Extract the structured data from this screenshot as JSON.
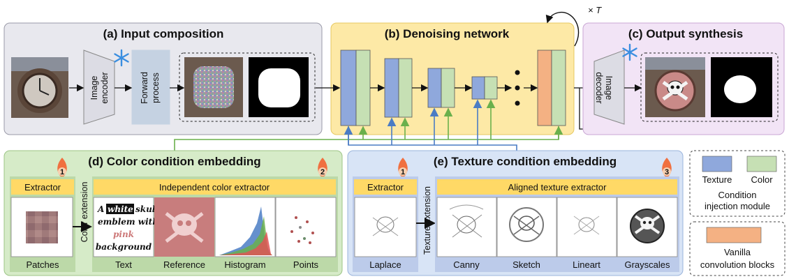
{
  "sections": {
    "input": "(a) Input composition",
    "denoise": "(b) Denoising network",
    "output": "(c) Output synthesis",
    "color": "(d) Color condition embedding",
    "texture": "(e) Texture condition embedding"
  },
  "input": {
    "encoder_line1": "Image",
    "encoder_line2": "encoder",
    "forward_line1": "Forward",
    "forward_line2": "process"
  },
  "denoise": {
    "loop": "× T"
  },
  "output": {
    "decoder_line1": "Image",
    "decoder_line2": "decoder"
  },
  "color": {
    "extractor": "Extractor",
    "independent": "Independent color extractor",
    "extension": "Color extension",
    "text_sample": [
      "A",
      "white",
      "skull",
      "emblem with",
      "pink",
      "background"
    ],
    "labels": [
      "Patches",
      "Text",
      "Reference",
      "Histogram",
      "Points"
    ],
    "badges": [
      "1",
      "2"
    ]
  },
  "texture": {
    "extractor": "Extractor",
    "aligned": "Aligned texture extractor",
    "extension": "Texture extension",
    "labels": [
      "Laplace",
      "Canny",
      "Sketch",
      "Lineart",
      "Grayscales"
    ],
    "badges": [
      "1",
      "3"
    ]
  },
  "legend": {
    "texture": "Texture",
    "color": "Color",
    "module_line1": "Condition",
    "module_line2": "injection module",
    "vanilla_line1": "Vanilla",
    "vanilla_line2": "convolution blocks",
    "texture_color": "#8fa8dc",
    "color_color": "#c6e0b4",
    "vanilla_color": "#f4b183"
  }
}
